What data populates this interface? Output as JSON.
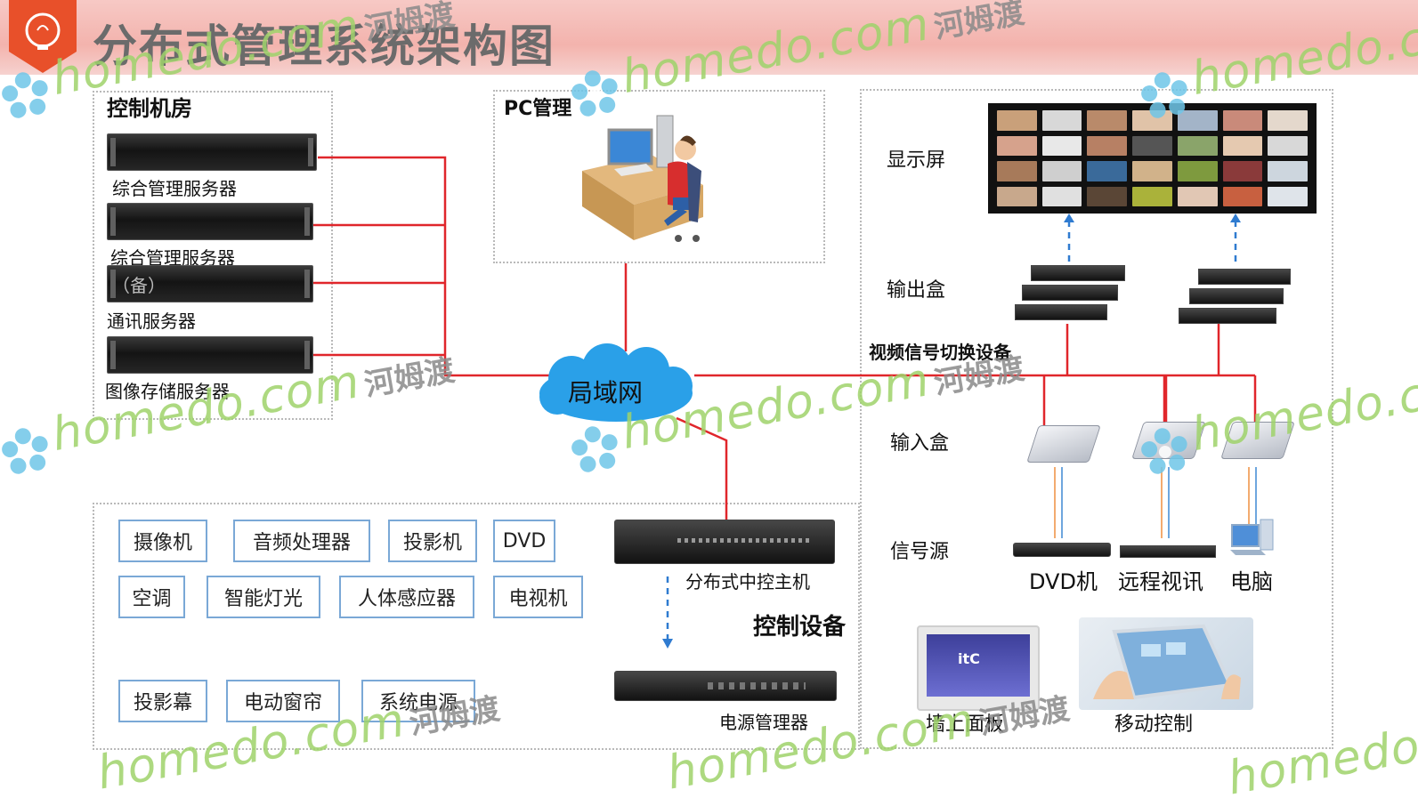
{
  "page_title": "分布式管理系统架构图",
  "sections": {
    "control_room": "控制机房",
    "pc_management": "PC管理",
    "control_devices": "控制设备"
  },
  "servers": [
    "综合管理服务器",
    "综合管理服务器",
    "（备）",
    "通讯服务器",
    "图像存储服务器"
  ],
  "network": {
    "label": "局域网"
  },
  "video": {
    "display": "显示屏",
    "output_box": "输出盒",
    "switch_equipment": "视频信号切换设备",
    "input_box": "输入盒",
    "signal_source": "信号源",
    "sources": [
      "DVD机",
      "远程视讯",
      "电脑"
    ]
  },
  "peripherals": [
    "摄像机",
    "音频处理器",
    "投影机",
    "DVD",
    "空调",
    "智能灯光",
    "人体感应器",
    "电视机",
    "投影幕",
    "电动窗帘",
    "系统电源"
  ],
  "controllers": {
    "central_host": "分布式中控主机",
    "power_manager": "电源管理器"
  },
  "terminals": {
    "wall_panel": "墙上面板",
    "mobile": "移动控制",
    "panel_logo": "itC"
  },
  "watermark": {
    "en": "homedo.com",
    "cn": "河姆渡"
  },
  "colors": {
    "connector": "#e0262b",
    "dashed_arrow": "#2f7bd0",
    "cloud": "#2aa0e8",
    "box_border": "#7aa8d6",
    "title_band": "#f3b3ad",
    "badge": "#e8502a"
  }
}
